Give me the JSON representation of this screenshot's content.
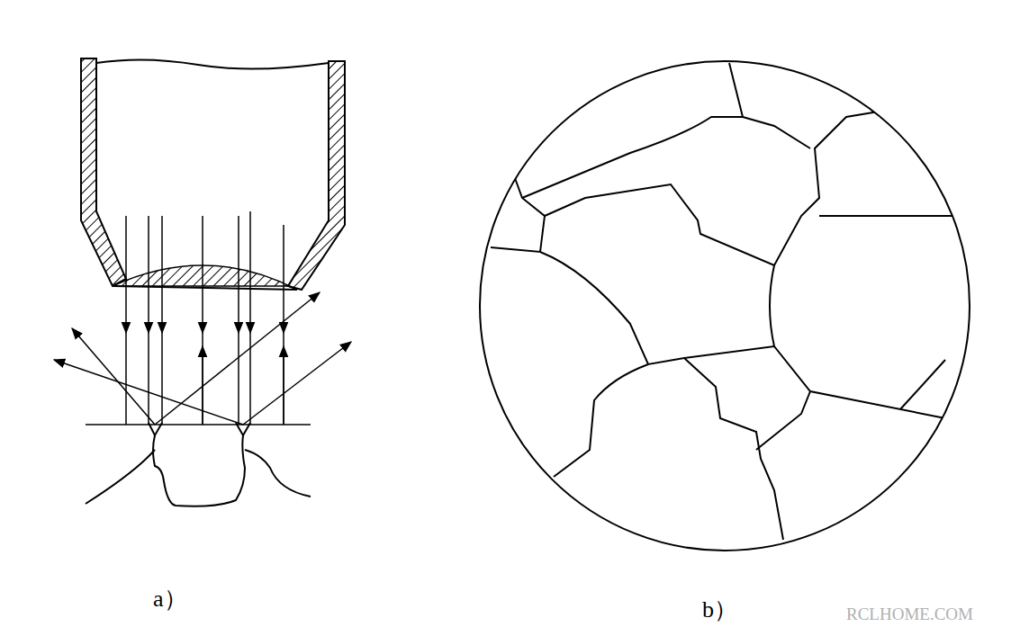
{
  "diagram": {
    "labels": [
      "a）",
      "b）",
      "RCLHOME.COM"
    ]
  }
}
